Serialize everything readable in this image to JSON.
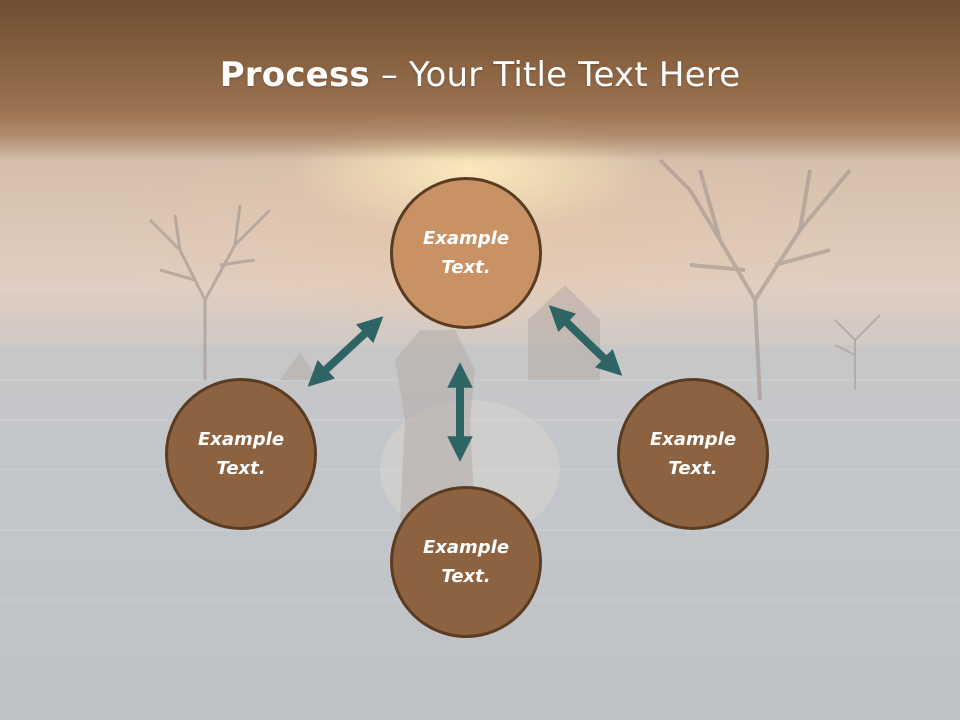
{
  "title": {
    "bold": "Process",
    "rest": " – Your Title Text Here"
  },
  "nodes": {
    "top": {
      "line1": "Example",
      "line2": "Text."
    },
    "left": {
      "line1": "Example",
      "line2": "Text."
    },
    "right": {
      "line1": "Example",
      "line2": "Text."
    },
    "bottom": {
      "line1": "Example",
      "line2": "Text."
    }
  },
  "colors": {
    "title_band": "#86603f",
    "node_highlight": "#c89265",
    "node_default": "#8c6241",
    "node_border": "#5a3c23",
    "arrow": "#2e6463"
  }
}
